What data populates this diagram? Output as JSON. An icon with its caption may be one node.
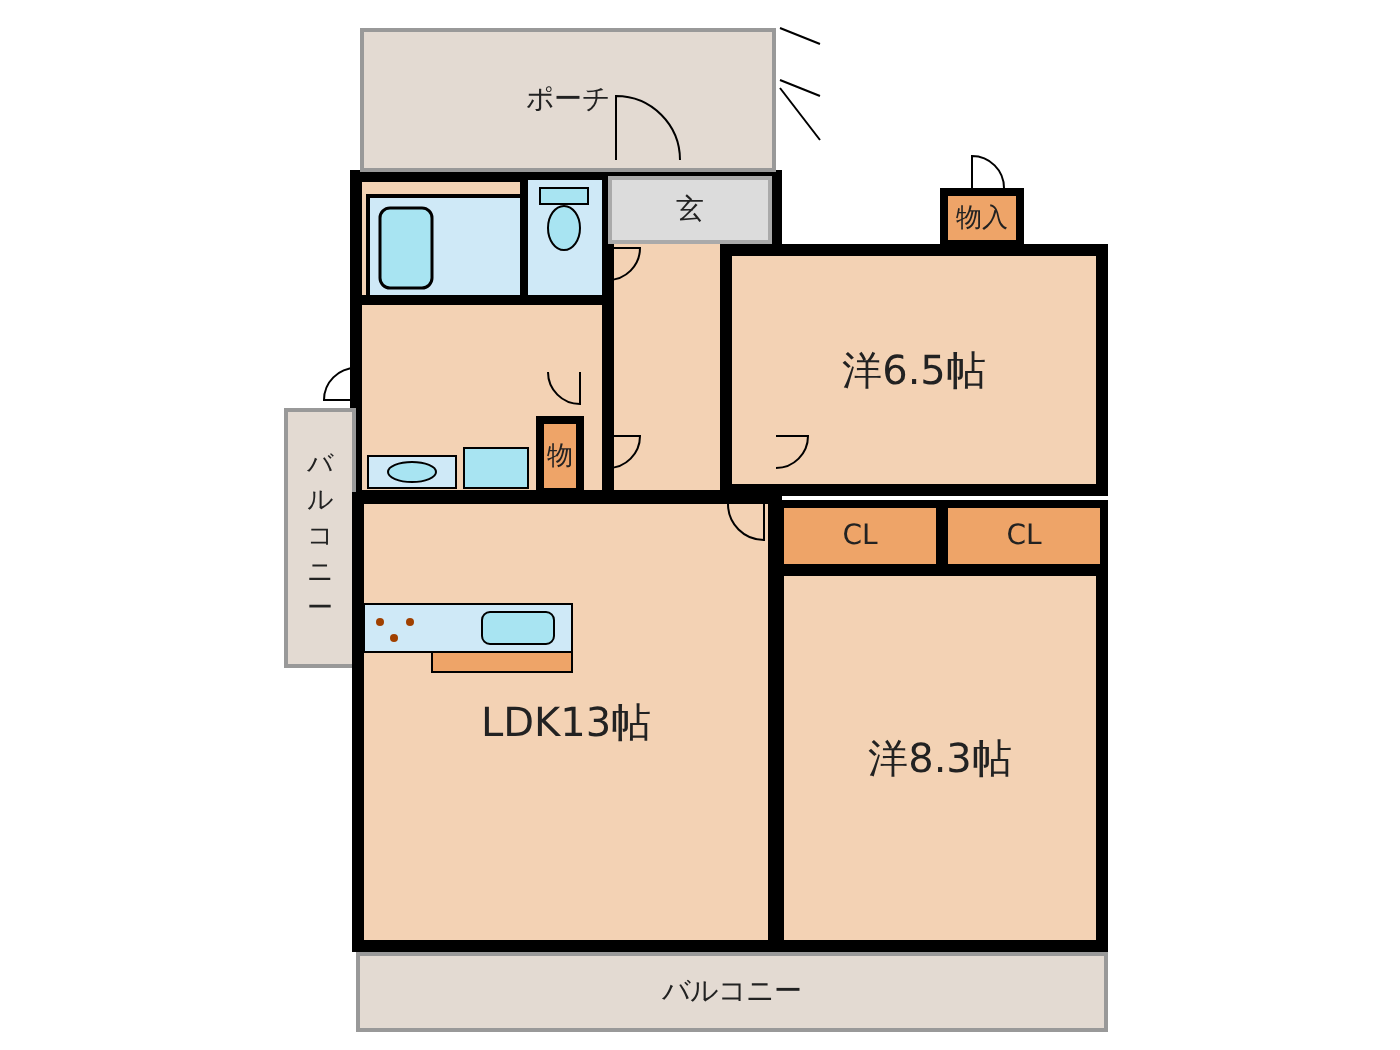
{
  "diagram": {
    "nodes": [
      {
        "text": [
          "ポーチ"
        ]
      },
      {
        "text": [
          "玄"
        ]
      },
      {
        "text": [
          "物入"
        ]
      },
      {
        "text": [
          "洋6.5帖"
        ]
      },
      {
        "text": [
          "物"
        ]
      },
      {
        "text": [
          "バルコニー"
        ]
      },
      {
        "text": [
          "CL"
        ]
      },
      {
        "text": [
          "CL"
        ]
      },
      {
        "text": [
          "LDK13帖"
        ]
      },
      {
        "text": [
          "洋8.3帖"
        ]
      },
      {
        "text": [
          "バルコニー"
        ]
      }
    ]
  }
}
